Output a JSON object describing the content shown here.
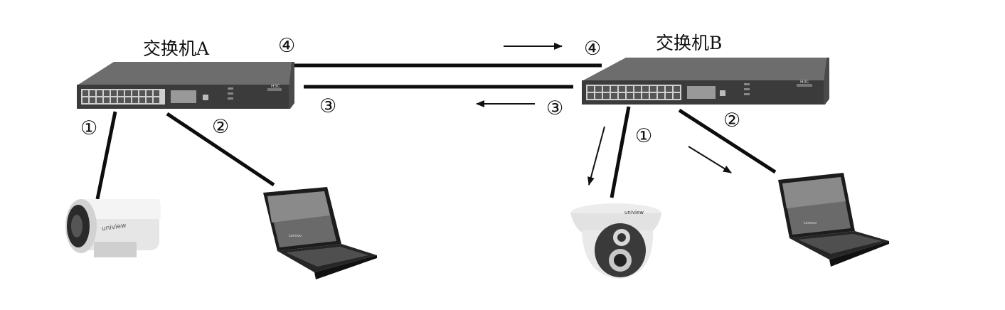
{
  "switch_a": {
    "label": "交换机A",
    "brand": "H3C"
  },
  "switch_b": {
    "label": "交换机B",
    "brand": "H3C"
  },
  "markers": {
    "a_camera": "①",
    "a_laptop": "②",
    "a_uplink_out": "④",
    "a_uplink_in": "③",
    "b_uplink_in": "④",
    "b_uplink_out": "③",
    "b_camera": "①",
    "b_laptop": "②"
  },
  "devices": {
    "bullet_camera_brand": "uniview",
    "dome_camera_brand": "uniview",
    "laptop_brand": "Lenovo"
  },
  "colors": {
    "line": "#0d0d0d",
    "device_body": "#3c3c3c",
    "device_light": "#dcdcdc"
  }
}
